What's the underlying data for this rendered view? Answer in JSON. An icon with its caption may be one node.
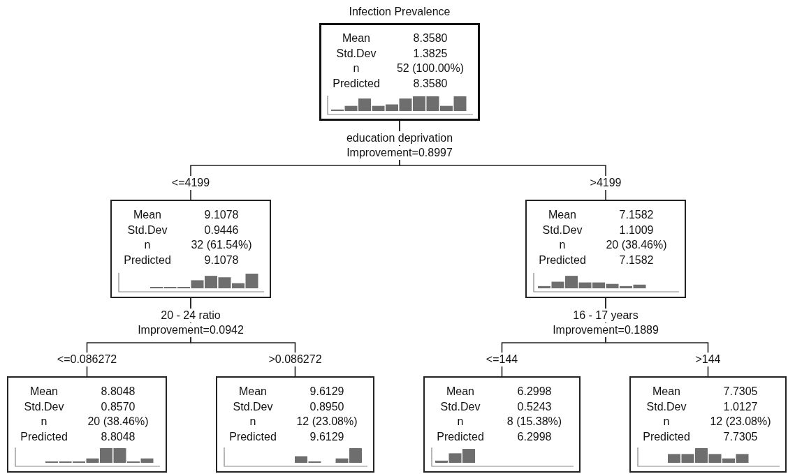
{
  "diagram": {
    "title": "Infection Prevalence",
    "nodes": [
      {
        "text": [
          "Mean",
          "8.3580",
          "Std.Dev",
          "1.3825",
          "n",
          "52 (100.00%)",
          "Predicted",
          "8.3580"
        ],
        "beside": [
          "education deprivation",
          "Improvement=0.8997"
        ]
      },
      {
        "text": [
          "Mean",
          "9.1078",
          "Std.Dev",
          "0.9446",
          "n",
          "32 (61.54%)",
          "Predicted",
          "9.1078"
        ],
        "beside": [
          "20 - 24 ratio",
          "Improvement=0.0942"
        ]
      },
      {
        "text": [
          "Mean",
          "7.1582",
          "Std.Dev",
          "1.1009",
          "n",
          "20 (38.46%)",
          "Predicted",
          "7.1582"
        ],
        "beside": [
          "16 - 17 years",
          "Improvement=0.1889"
        ]
      },
      {
        "text": [
          "Mean",
          "8.8048",
          "Std.Dev",
          "0.8570",
          "n",
          "20 (38.46%)",
          "Predicted",
          "8.8048"
        ]
      },
      {
        "text": [
          "Mean",
          "9.6129",
          "Std.Dev",
          "0.8950",
          "n",
          "12 (23.08%)",
          "Predicted",
          "9.6129"
        ]
      },
      {
        "text": [
          "Mean",
          "6.2998",
          "Std.Dev",
          "0.5243",
          "n",
          "8 (15.38%)",
          "Predicted",
          "6.2998"
        ]
      },
      {
        "text": [
          "Mean",
          "7.7305",
          "Std.Dev",
          "1.0127",
          "n",
          "12 (23.08%)",
          "Predicted",
          "7.7305"
        ]
      }
    ],
    "edges": [
      {
        "from": 0,
        "to": 1,
        "arrow": "none",
        "label": "<=4199"
      },
      {
        "from": 0,
        "to": 2,
        "arrow": "none",
        "label": ">4199"
      },
      {
        "from": 1,
        "to": 3,
        "arrow": "none",
        "label": "<=0.086272"
      },
      {
        "from": 1,
        "to": 4,
        "arrow": "none",
        "label": ">0.086272"
      },
      {
        "from": 2,
        "to": 5,
        "arrow": "none",
        "label": "<=144"
      },
      {
        "from": 2,
        "to": 6,
        "arrow": "none",
        "label": ">144"
      }
    ]
  }
}
